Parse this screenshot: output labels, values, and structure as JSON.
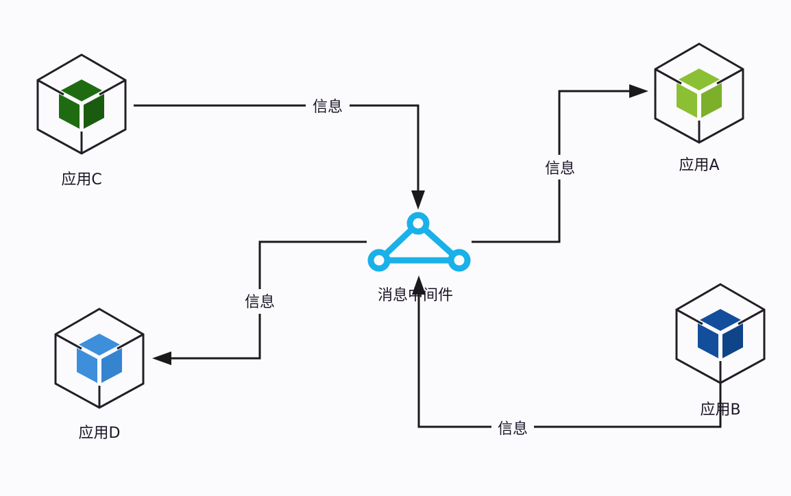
{
  "diagram": {
    "hub": {
      "label": "消息中间件",
      "color": "#1ab0e8"
    },
    "nodes": [
      {
        "id": "app-c",
        "label": "应用C",
        "cube_color": "#1f6b12",
        "cube_color_dark": "#1a5c0f"
      },
      {
        "id": "app-a",
        "label": "应用A",
        "cube_color": "#8cc034",
        "cube_color_dark": "#7cb02a"
      },
      {
        "id": "app-b",
        "label": "应用B",
        "cube_color": "#124e9c",
        "cube_color_dark": "#0f4488"
      },
      {
        "id": "app-d",
        "label": "应用D",
        "cube_color": "#3d8fdc",
        "cube_color_dark": "#3584d0"
      }
    ],
    "edges": [
      {
        "from": "应用C",
        "to": "消息中间件",
        "label": "信息"
      },
      {
        "from": "消息中间件",
        "to": "应用A",
        "label": "信息"
      },
      {
        "from": "消息中间件",
        "to": "应用D",
        "label": "信息"
      },
      {
        "from": "应用B",
        "to": "消息中间件",
        "label": "信息"
      }
    ],
    "line_color": "#1a1a1a"
  }
}
